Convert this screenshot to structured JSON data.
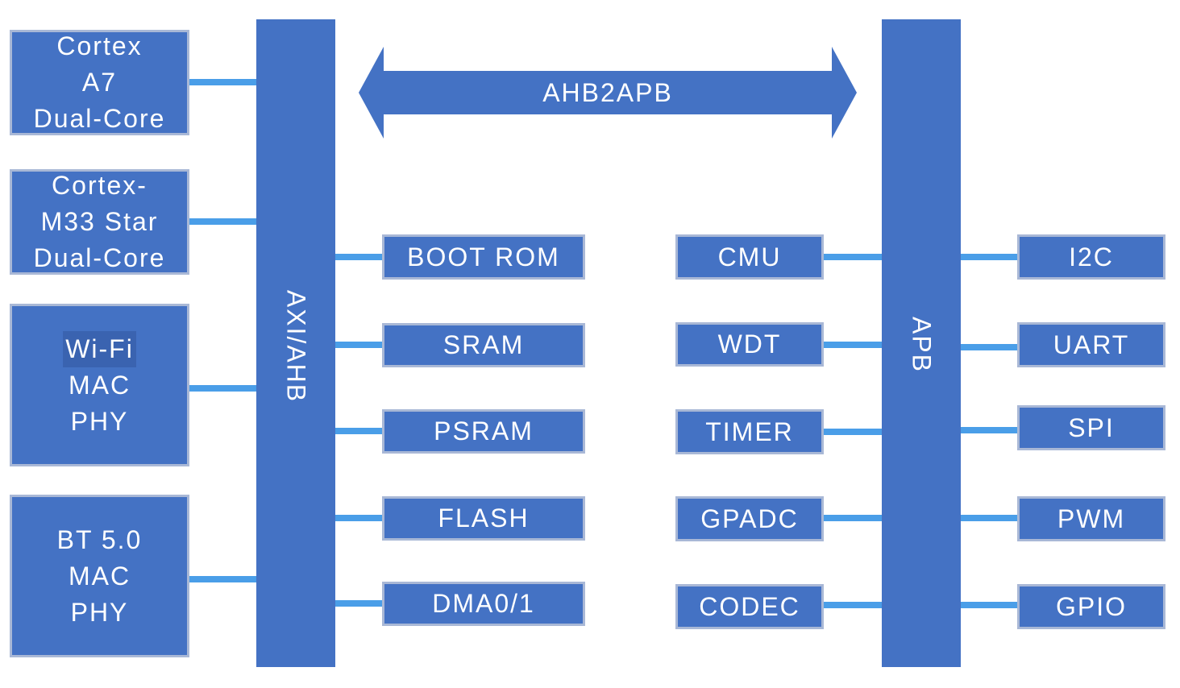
{
  "left_blocks": [
    {
      "lines": [
        "Cortex",
        "A7",
        "Dual-Core"
      ]
    },
    {
      "lines": [
        "Cortex-",
        "M33 Star",
        "Dual-Core"
      ]
    },
    {
      "lines": [
        "Wi-Fi",
        "MAC",
        "PHY"
      ]
    },
    {
      "lines": [
        "BT 5.0",
        "MAC",
        "PHY"
      ]
    }
  ],
  "buses": {
    "axi": "AXI/AHB",
    "apb": "APB",
    "bridge": "AHB2APB"
  },
  "memory_blocks": [
    "BOOT ROM",
    "SRAM",
    "PSRAM",
    "FLASH",
    "DMA0/1"
  ],
  "system_blocks": [
    "CMU",
    "WDT",
    "TIMER",
    "GPADC",
    "CODEC"
  ],
  "peripheral_blocks": [
    "I2C",
    "UART",
    "SPI",
    "PWM",
    "GPIO"
  ],
  "colors": {
    "block_fill": "#4472c4",
    "block_border": "#a9b8d6",
    "connector": "#4a9ee8",
    "text": "#ffffff"
  }
}
